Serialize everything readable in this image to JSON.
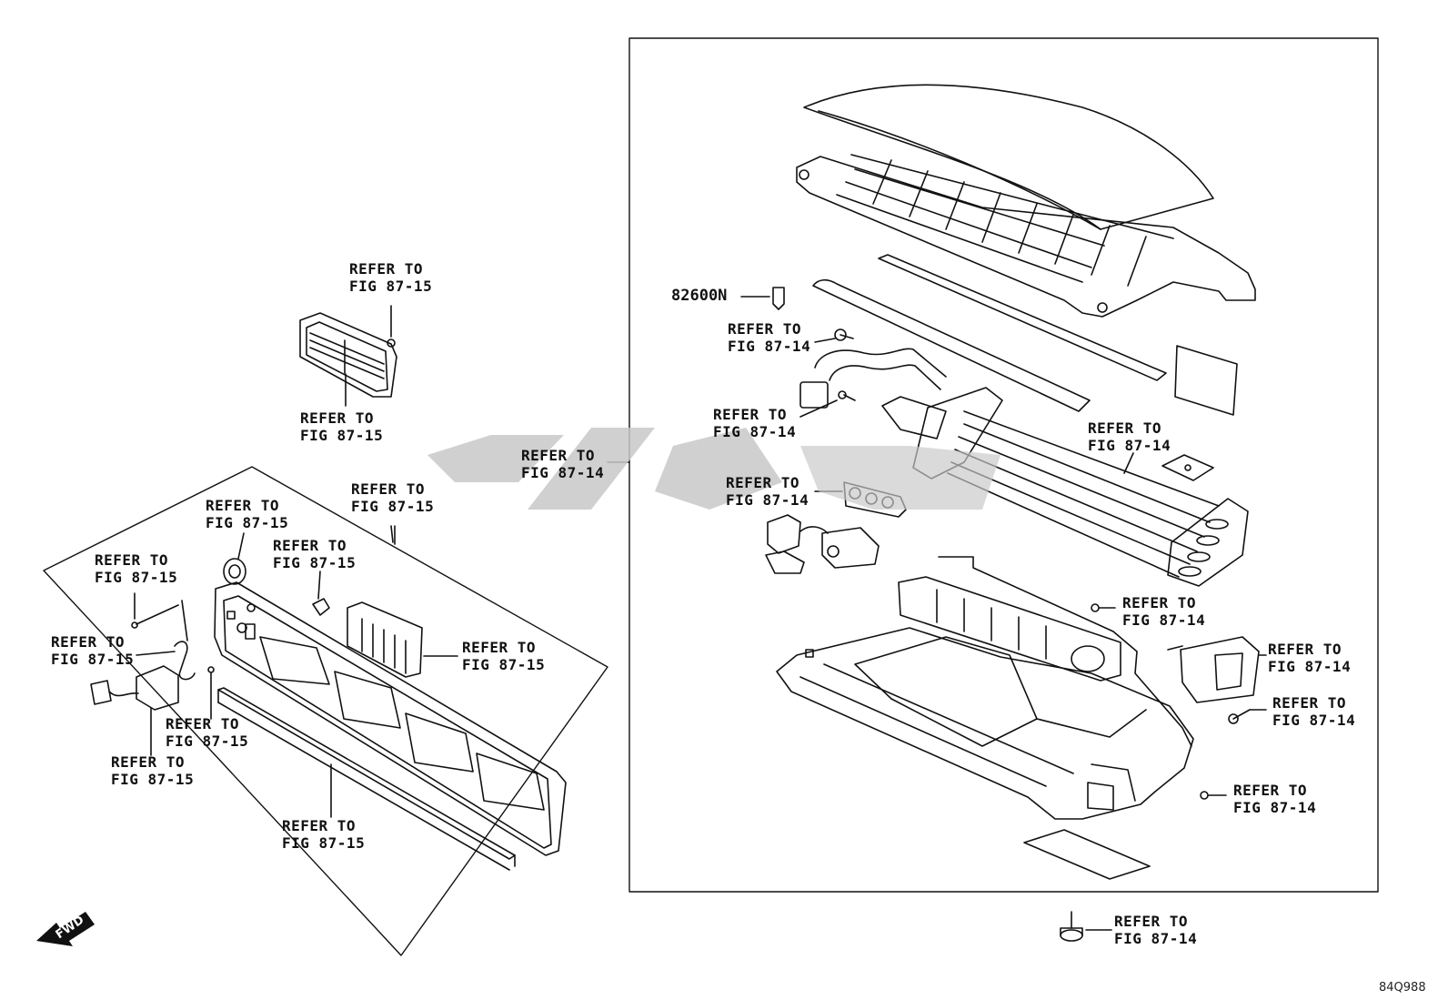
{
  "refer_label": {
    "line1": "REFER TO",
    "fig_87_15": "FIG 87-15",
    "fig_87_14": "FIG 87-14"
  },
  "part_code": "82600N",
  "drawing_code": "84Q988",
  "fwd_label": "FWD",
  "watermark_color": "#c8c8c8"
}
